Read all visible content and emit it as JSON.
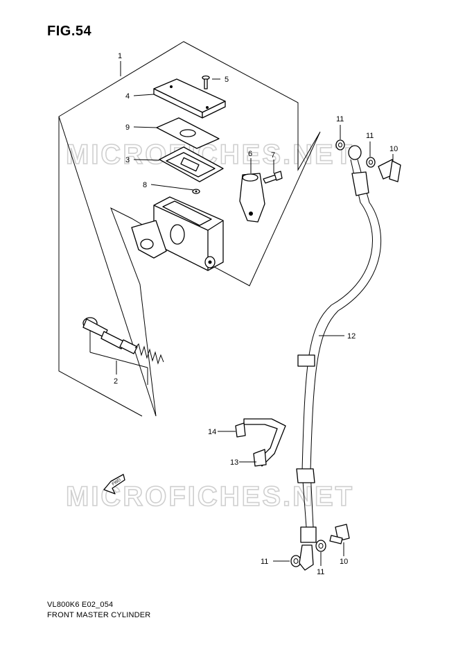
{
  "figure": {
    "title": "FIG.54",
    "model_code": "VL800K6 E02_054",
    "name": "FRONT MASTER CYLINDER"
  },
  "watermark": "MICROFICHES.NET",
  "fwd_label": "FWD",
  "callouts": [
    {
      "id": "c1",
      "text": "1"
    },
    {
      "id": "c2",
      "text": "2"
    },
    {
      "id": "c3",
      "text": "3"
    },
    {
      "id": "c4",
      "text": "4"
    },
    {
      "id": "c5",
      "text": "5"
    },
    {
      "id": "c6",
      "text": "6"
    },
    {
      "id": "c7",
      "text": "7"
    },
    {
      "id": "c8",
      "text": "8"
    },
    {
      "id": "c9",
      "text": "9"
    },
    {
      "id": "c10a",
      "text": "10"
    },
    {
      "id": "c10b",
      "text": "10"
    },
    {
      "id": "c11a",
      "text": "11"
    },
    {
      "id": "c11b",
      "text": "11"
    },
    {
      "id": "c11c",
      "text": "11"
    },
    {
      "id": "c11d",
      "text": "11"
    },
    {
      "id": "c12",
      "text": "12"
    },
    {
      "id": "c13",
      "text": "13"
    },
    {
      "id": "c14",
      "text": "14"
    }
  ]
}
